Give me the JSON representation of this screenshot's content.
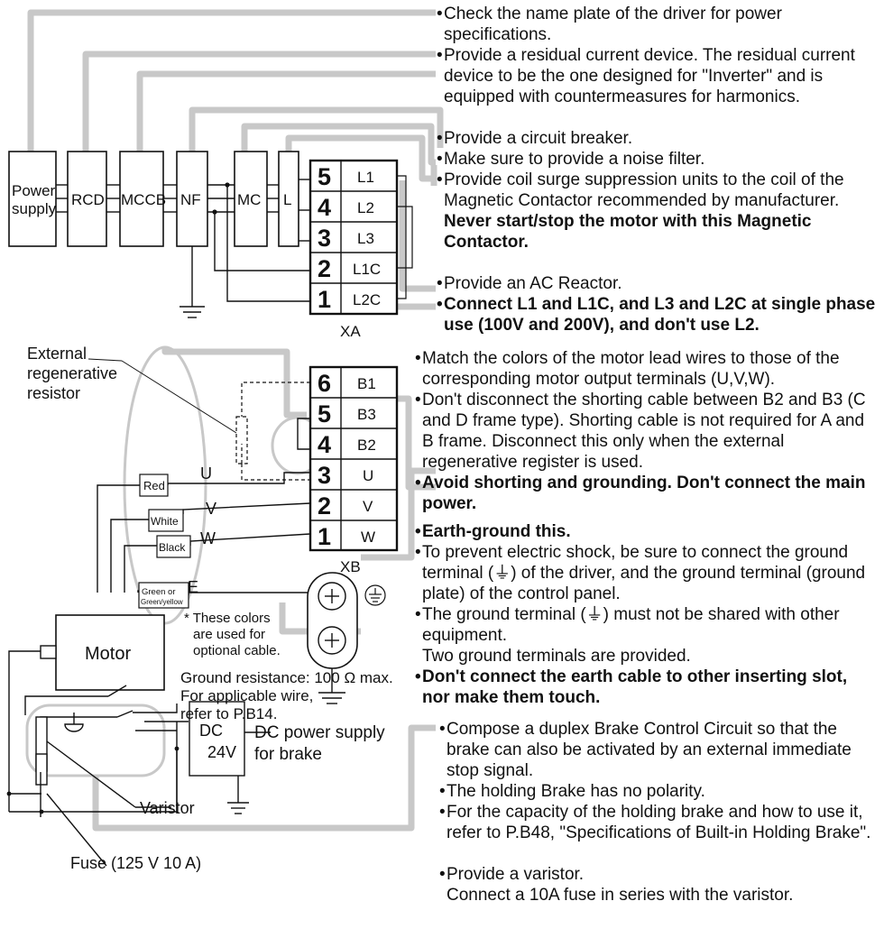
{
  "diagram": {
    "boxes": {
      "power_supply": [
        "Power",
        "supply"
      ],
      "rcd": "RCD",
      "mccb": "MCCB",
      "nf": "NF",
      "mc": "MC",
      "l": "L"
    },
    "xa": {
      "label": "XA",
      "rows": [
        {
          "num": "5",
          "term": "L1"
        },
        {
          "num": "4",
          "term": "L2"
        },
        {
          "num": "3",
          "term": "L3"
        },
        {
          "num": "2",
          "term": "L1C"
        },
        {
          "num": "1",
          "term": "L2C"
        }
      ]
    },
    "xb": {
      "label": "XB",
      "rows": [
        {
          "num": "6",
          "term": "B1"
        },
        {
          "num": "5",
          "term": "B3"
        },
        {
          "num": "4",
          "term": "B2"
        },
        {
          "num": "3",
          "term": "U"
        },
        {
          "num": "2",
          "term": "V"
        },
        {
          "num": "1",
          "term": "W"
        }
      ]
    },
    "wire_colors": {
      "red": "Red",
      "white": "White",
      "black": "Black",
      "green": [
        "Green or",
        "Green/yellow"
      ]
    },
    "phase_letters": {
      "u": "U",
      "v": "V",
      "w": "W",
      "e": "E"
    },
    "ext_resistor": [
      "External",
      "regenerative",
      "resistor"
    ],
    "cable_note": [
      "* These colors",
      "are used for",
      "optional cable."
    ],
    "motor": "Motor",
    "ground_res": [
      "Ground resistance: 100 Ω max.",
      "For applicable wire,",
      "refer to P.B14."
    ],
    "dc_box": [
      "DC",
      "24V"
    ],
    "dc_label": [
      "DC power supply",
      "for brake"
    ],
    "varistor": "Varistor",
    "fuse": "Fuse (125 V 10 A)",
    "ground_symbol": "⏚"
  },
  "notes": {
    "n1": "Check the name plate of the driver for power specifications.",
    "n2": "Provide a residual current device. The residual current device to be the one designed for \"Inverter\" and is equipped with countermeasures for harmonics.",
    "n3": "Provide a circuit breaker.",
    "n4": "Make sure to provide a noise filter.",
    "n5a": "Provide coil surge suppression units to the coil of the Magnetic Contactor recommended by manufacturer.",
    "n5b": "Never start/stop the motor with this Magnetic Contactor.",
    "n6": "Provide an AC Reactor.",
    "n7": "Connect L1 and L1C, and L3 and L2C at single phase use (100V and 200V), and don't use L2.",
    "n8": "Match the colors of the motor lead wires to those of the corresponding motor output terminals (U,V,W).",
    "n9": "Don't disconnect the shorting cable between B2 and B3 (C and D frame type). Shorting cable is not required for A and B frame. Disconnect this only when the external regenerative register is used.",
    "n10": "Avoid shorting and grounding. Don't connect the main power.",
    "n11": "Earth-ground this.",
    "n12_pre": "To prevent electric shock, be sure to connect the ground terminal (",
    "n12_post": ") of the driver, and the ground terminal (ground plate) of the control panel.",
    "n13_pre": "The ground terminal (",
    "n13_post": ") must not be shared with other equipment.",
    "n13b": "Two ground terminals are provided.",
    "n14": "Don't connect the earth cable to other inserting slot, nor make them touch.",
    "n15": "Compose a duplex Brake Control Circuit so that the brake can also be activated by an external immediate stop signal.",
    "n16": "The holding Brake has no polarity.",
    "n17": "For the capacity of the holding brake and how to use it, refer to P.B48, \"Specifications of Built-in Holding Brake\".",
    "n18": "Provide a varistor.",
    "n18b": "Connect a 10A fuse in series with the varistor."
  },
  "colors": {
    "leader": "#c8c8c8",
    "wire": "#111111"
  }
}
